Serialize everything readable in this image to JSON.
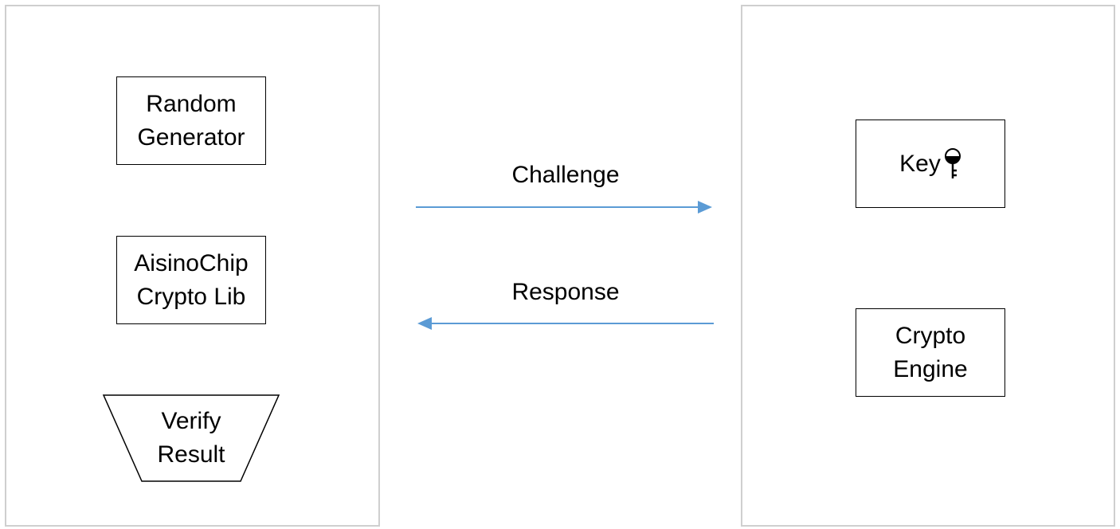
{
  "left_panel": {
    "random_generator": "Random\nGenerator",
    "crypto_lib": "AisinoChip\nCrypto Lib",
    "verify_result": "Verify\nResult"
  },
  "right_panel": {
    "key": "Key",
    "crypto_engine": "Crypto\nEngine"
  },
  "arrows": {
    "challenge": "Challenge",
    "response": "Response",
    "color": "#5b9bd5"
  },
  "icons": {
    "key_icon": "key-icon"
  }
}
